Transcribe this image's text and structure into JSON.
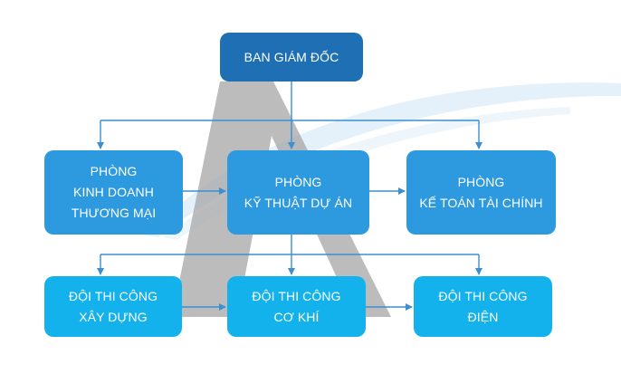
{
  "colors": {
    "director": "#1f6fb5",
    "department": "#2d9ae0",
    "team": "#13b2ec",
    "connector": "#3c8fd0",
    "watermark_grey": "#a9a9a9",
    "watermark_blue": "#e4f1fb"
  },
  "director": {
    "label": "BAN GIÁM ĐỐC"
  },
  "departments": [
    {
      "line1": "PHÒNG",
      "line2": "KINH DOANH",
      "line3": "THƯƠNG MẠI"
    },
    {
      "line1": "PHÒNG",
      "line2": "KỸ THUẬT DỰ ÁN"
    },
    {
      "line1": "PHÒNG",
      "line2": "KẾ TOÁN TÀI CHÍNH"
    }
  ],
  "teams": [
    {
      "line1": "ĐỘI THI CÔNG",
      "line2": "XÂY DỰNG"
    },
    {
      "line1": "ĐỘI THI CÔNG",
      "line2": "CƠ KHÍ"
    },
    {
      "line1": "ĐỘI THI CÔNG",
      "line2": "ĐIỆN"
    }
  ]
}
